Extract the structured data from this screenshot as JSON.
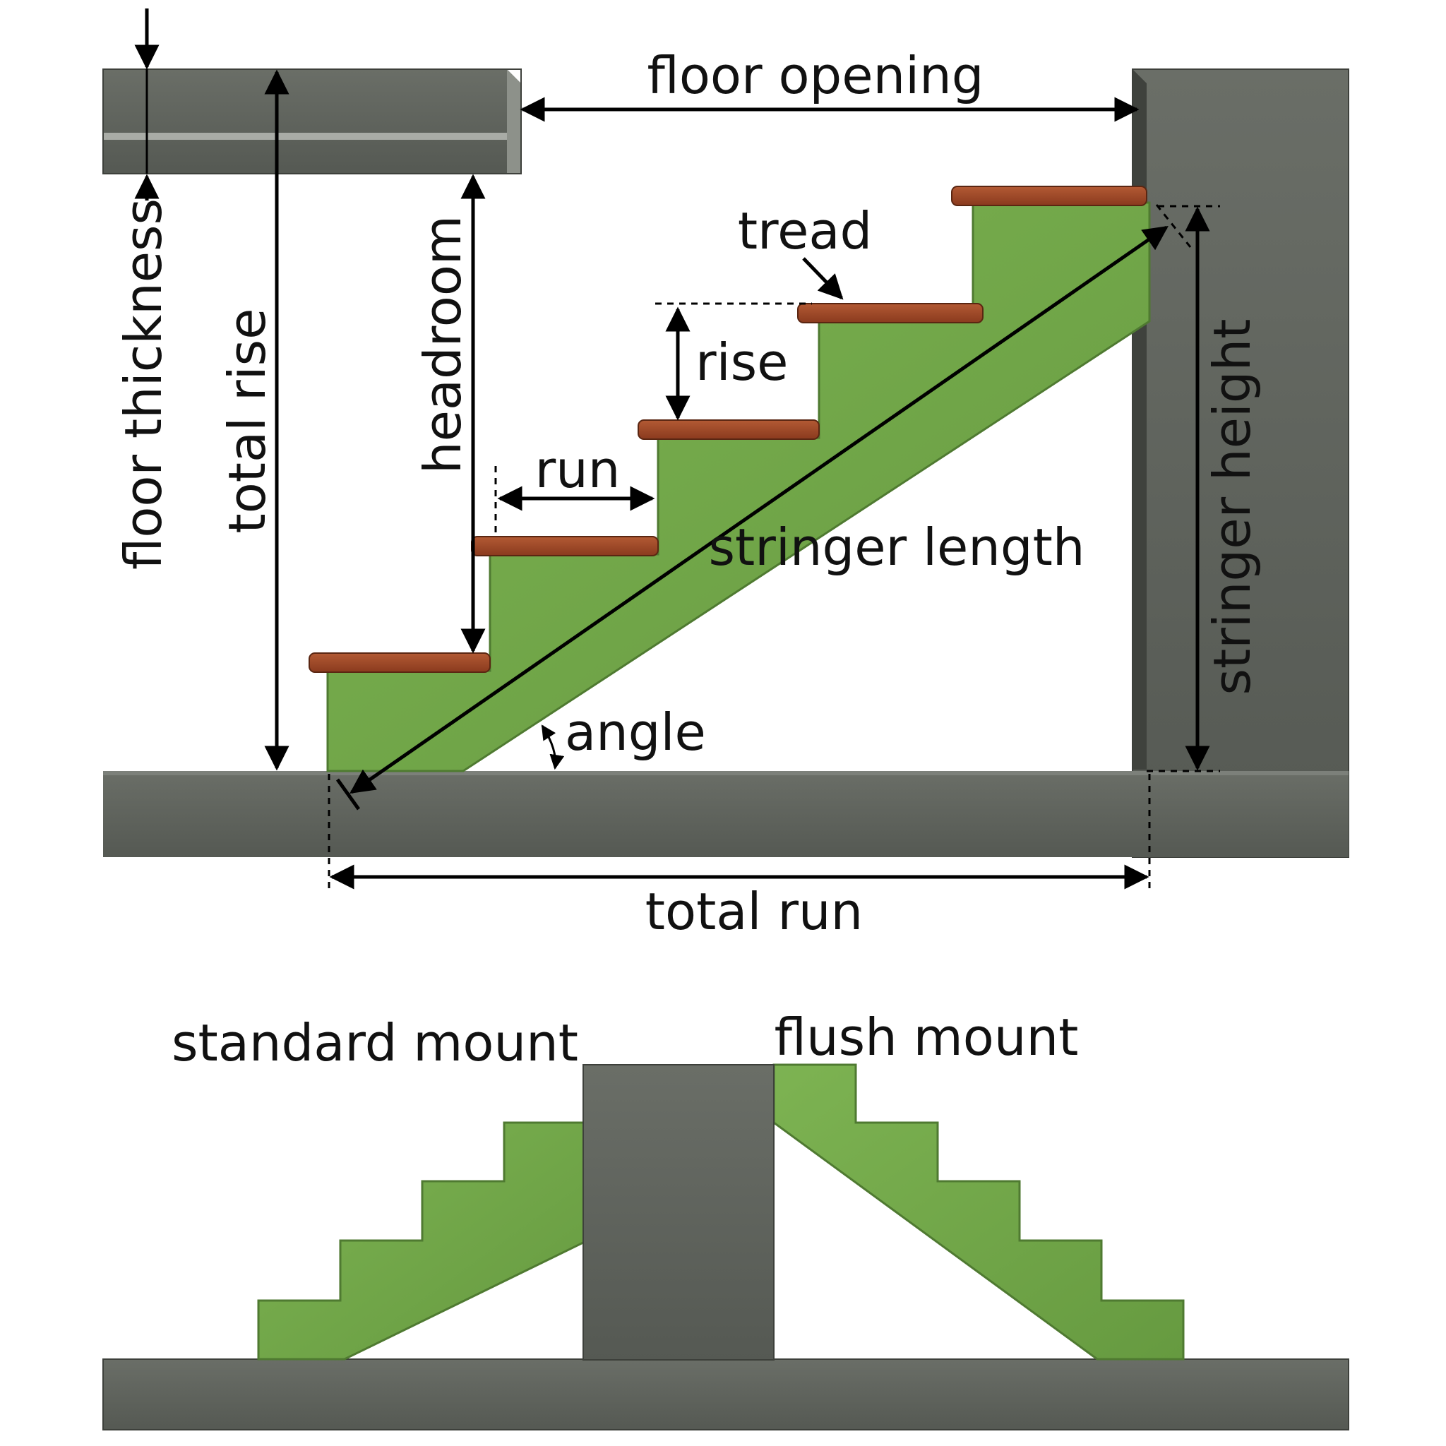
{
  "labels": {
    "floor_opening": "floor opening",
    "tread": "tread",
    "rise": "rise",
    "run": "run",
    "headroom": "headroom",
    "total_rise": "total rise",
    "floor_thickness": "floor thickness",
    "stringer_length": "stringer length",
    "stringer_height": "stringer height",
    "angle": "angle",
    "total_run": "total run",
    "standard_mount": "standard mount",
    "flush_mount": "flush mount"
  },
  "colors": {
    "concrete": "#5e625c",
    "concrete_dark": "#4a4d48",
    "stringer": "#73a84a",
    "stringer_dark": "#5e8f3a",
    "tread": "#a04a2a",
    "tread_dark": "#6e2f18"
  }
}
